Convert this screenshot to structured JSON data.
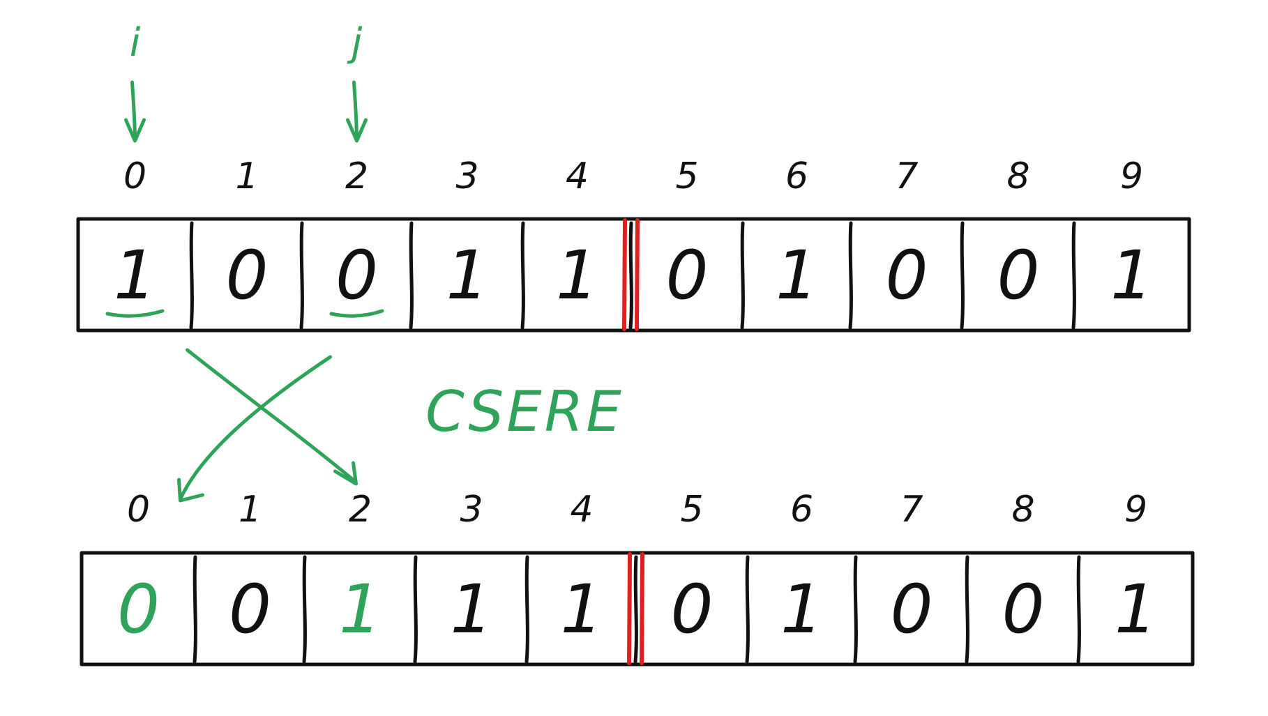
{
  "colors": {
    "ink": "#111111",
    "highlight": "#2fa35a",
    "divider": "#e02020"
  },
  "pointers": [
    {
      "label": "i",
      "target_index": 0
    },
    {
      "label": "j",
      "target_index": 2
    }
  ],
  "before": {
    "indices": [
      "0",
      "1",
      "2",
      "3",
      "4",
      "5",
      "6",
      "7",
      "8",
      "9"
    ],
    "values": [
      "1",
      "0",
      "0",
      "1",
      "1",
      "0",
      "1",
      "0",
      "0",
      "1"
    ],
    "underlined_indices": [
      0,
      2
    ],
    "divider_after_index": 4
  },
  "swap_label": "CSERE",
  "swap_between": [
    0,
    2
  ],
  "after": {
    "indices": [
      "0",
      "1",
      "2",
      "3",
      "4",
      "5",
      "6",
      "7",
      "8",
      "9"
    ],
    "values": [
      "0",
      "0",
      "1",
      "1",
      "1",
      "0",
      "1",
      "0",
      "0",
      "1"
    ],
    "highlighted_indices": [
      0,
      2
    ],
    "divider_after_index": 4
  }
}
